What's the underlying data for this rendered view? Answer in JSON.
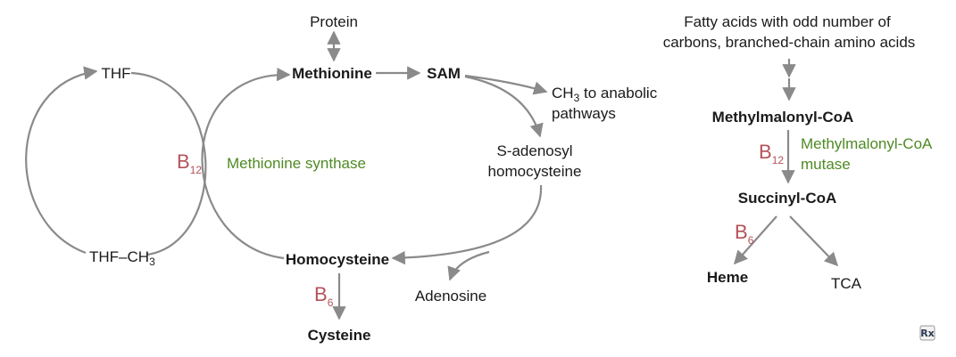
{
  "left_pathway": {
    "protein": "Protein",
    "methionine": "Methionine",
    "sam": "SAM",
    "ch3_main": "CH",
    "ch3_sub": "3",
    "ch3_rest": " to anabolic",
    "ch3_line2": "pathways",
    "sah_line1": "S-adenosyl",
    "sah_line2": "homocysteine",
    "homocysteine": "Homocysteine",
    "adenosine": "Adenosine",
    "cysteine": "Cysteine",
    "thf": "THF",
    "thf_ch3_main": "THF–CH",
    "thf_ch3_sub": "3",
    "b12_main": "B",
    "b12_sub": "12",
    "b6_main": "B",
    "b6_sub": "6",
    "enzyme": "Methionine synthase"
  },
  "right_pathway": {
    "source_line1": "Fatty acids with odd number of",
    "source_line2": "carbons, branched-chain amino acids",
    "methylmalonyl": "Methylmalonyl-CoA",
    "b12_main": "B",
    "b12_sub": "12",
    "enzyme_line1": "Methylmalonyl-CoA",
    "enzyme_line2": "mutase",
    "succinyl": "Succinyl-CoA",
    "b6_main": "B",
    "b6_sub": "6",
    "heme": "Heme",
    "tca": "TCA"
  },
  "badge": {
    "rx": "Rx"
  },
  "colors": {
    "enzyme_green": "#4f8a24",
    "vitamin_red": "#b5525a",
    "arrow_gray": "#8a8a8a"
  }
}
